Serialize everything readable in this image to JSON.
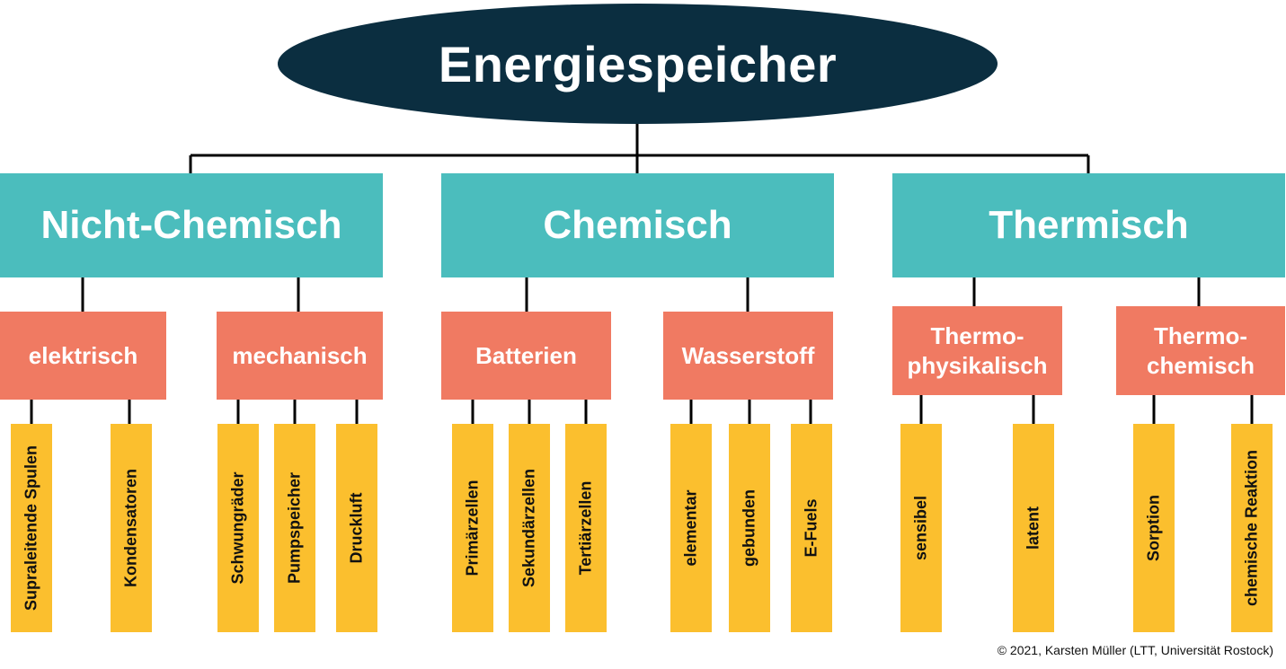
{
  "root": {
    "label": "Energiespeicher"
  },
  "categories": [
    {
      "label": "Nicht-Chemisch",
      "subs": [
        {
          "label": "elektrisch",
          "leaves": [
            "Supraleitende Spulen",
            "Kondensatoren"
          ]
        },
        {
          "label": "mechanisch",
          "leaves": [
            "Schwungräder",
            "Pumpspeicher",
            "Druckluft"
          ]
        }
      ]
    },
    {
      "label": "Chemisch",
      "subs": [
        {
          "label": "Batterien",
          "leaves": [
            "Primärzellen",
            "Sekundärzellen",
            "Tertiärzellen"
          ]
        },
        {
          "label": "Wasserstoff",
          "leaves": [
            "elementar",
            "gebunden",
            "E-Fuels"
          ]
        }
      ]
    },
    {
      "label": "Thermisch",
      "subs": [
        {
          "label": "Thermo-\nphysikalisch",
          "leaves": [
            "sensibel",
            "latent"
          ]
        },
        {
          "label": "Thermo-\nchemisch",
          "leaves": [
            "Sorption",
            "chemische Reaktion"
          ]
        }
      ]
    }
  ],
  "credit": "© 2021, Karsten Müller (LTT, Universität Rostock)",
  "colors": {
    "root": "#0b2e40",
    "category": "#4bbdbd",
    "subcategory": "#f07a62",
    "leaf": "#fbbf2e",
    "connector": "#000000"
  }
}
